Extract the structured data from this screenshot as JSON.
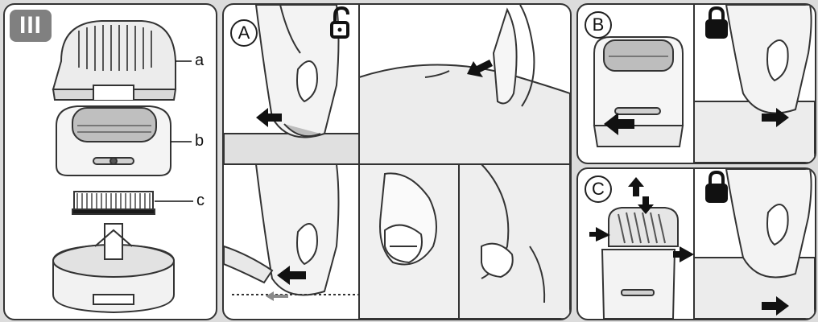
{
  "section": {
    "badge": "III"
  },
  "parts": {
    "a": "a",
    "b": "b",
    "c": "c"
  },
  "steps": {
    "A": "A",
    "B": "B",
    "C": "C"
  },
  "icons": {
    "unlocked": "unlocked-padlock-icon",
    "locked": "locked-padlock-icon",
    "arrow": "arrow-icon"
  },
  "colors": {
    "line": "#333333",
    "gray_fill": "#d9d9d9",
    "dark_fill": "#1a1a1a",
    "badge": "#808080"
  }
}
